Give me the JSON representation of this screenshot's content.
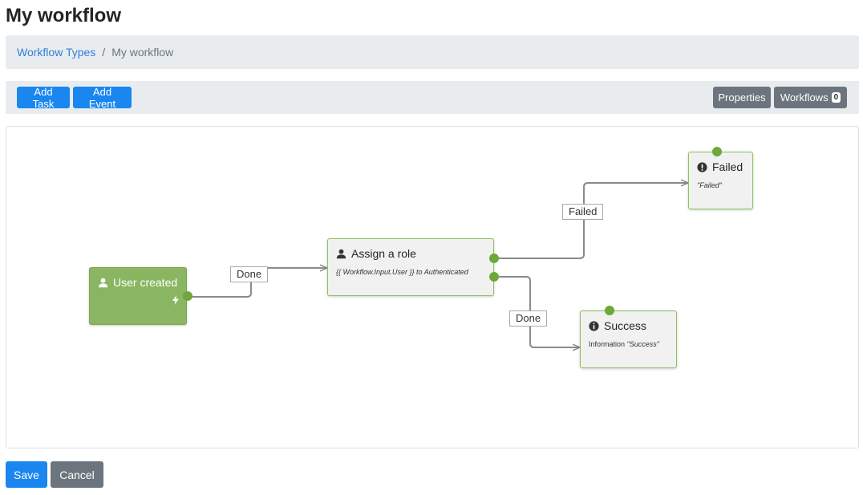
{
  "page": {
    "title": "My workflow"
  },
  "breadcrumb": {
    "parent": "Workflow Types",
    "separator": "/",
    "current": "My workflow"
  },
  "toolbar": {
    "add_task": "Add Task",
    "add_event": "Add Event",
    "properties": "Properties",
    "workflows": "Workflows",
    "workflows_count": "0"
  },
  "nodes": {
    "user_created": {
      "title": "User created",
      "icon": "user-icon"
    },
    "assign_role": {
      "title": "Assign a role",
      "icon": "user-icon",
      "description": "{{ Workflow.Input.User }} to Authenticated"
    },
    "failed": {
      "title": "Failed",
      "icon": "exclamation-circle-icon",
      "description": "\"Failed\""
    },
    "success": {
      "title": "Success",
      "icon": "info-circle-icon",
      "description_prefix": "Information ",
      "description_value": "\"Success\""
    }
  },
  "edges": {
    "done_1": "Done",
    "failed": "Failed",
    "done_2": "Done"
  },
  "colors": {
    "primary": "#1a86f0",
    "secondary": "#6c757d",
    "event_node": "#8ab661",
    "endpoint": "#6fa83a",
    "connector": "#8a8a8a"
  },
  "footer": {
    "save": "Save",
    "cancel": "Cancel"
  }
}
